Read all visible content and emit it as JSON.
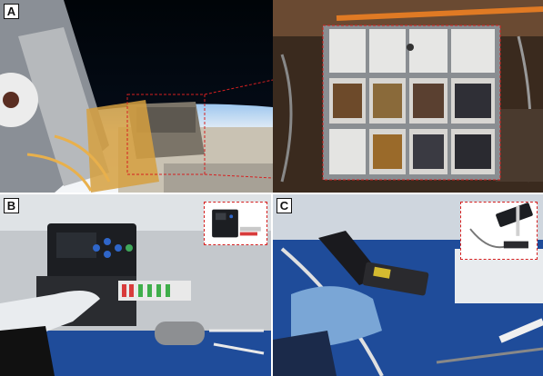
{
  "panels": [
    {
      "id": "A",
      "label": "A"
    },
    {
      "id": "B",
      "label": "B"
    },
    {
      "id": "C",
      "label": "C"
    }
  ],
  "device_b": {
    "screen_text": "",
    "button_icons": [
      "up-arrow-icon",
      "down-arrow-icon",
      "left-arrow-icon",
      "right-arrow-icon",
      "home-icon"
    ]
  },
  "colors": {
    "frame_dark": "#111111",
    "inset_border": "#d62020",
    "station_blue": "#1f4c9a",
    "glove_blue": "#7aa6d6"
  }
}
